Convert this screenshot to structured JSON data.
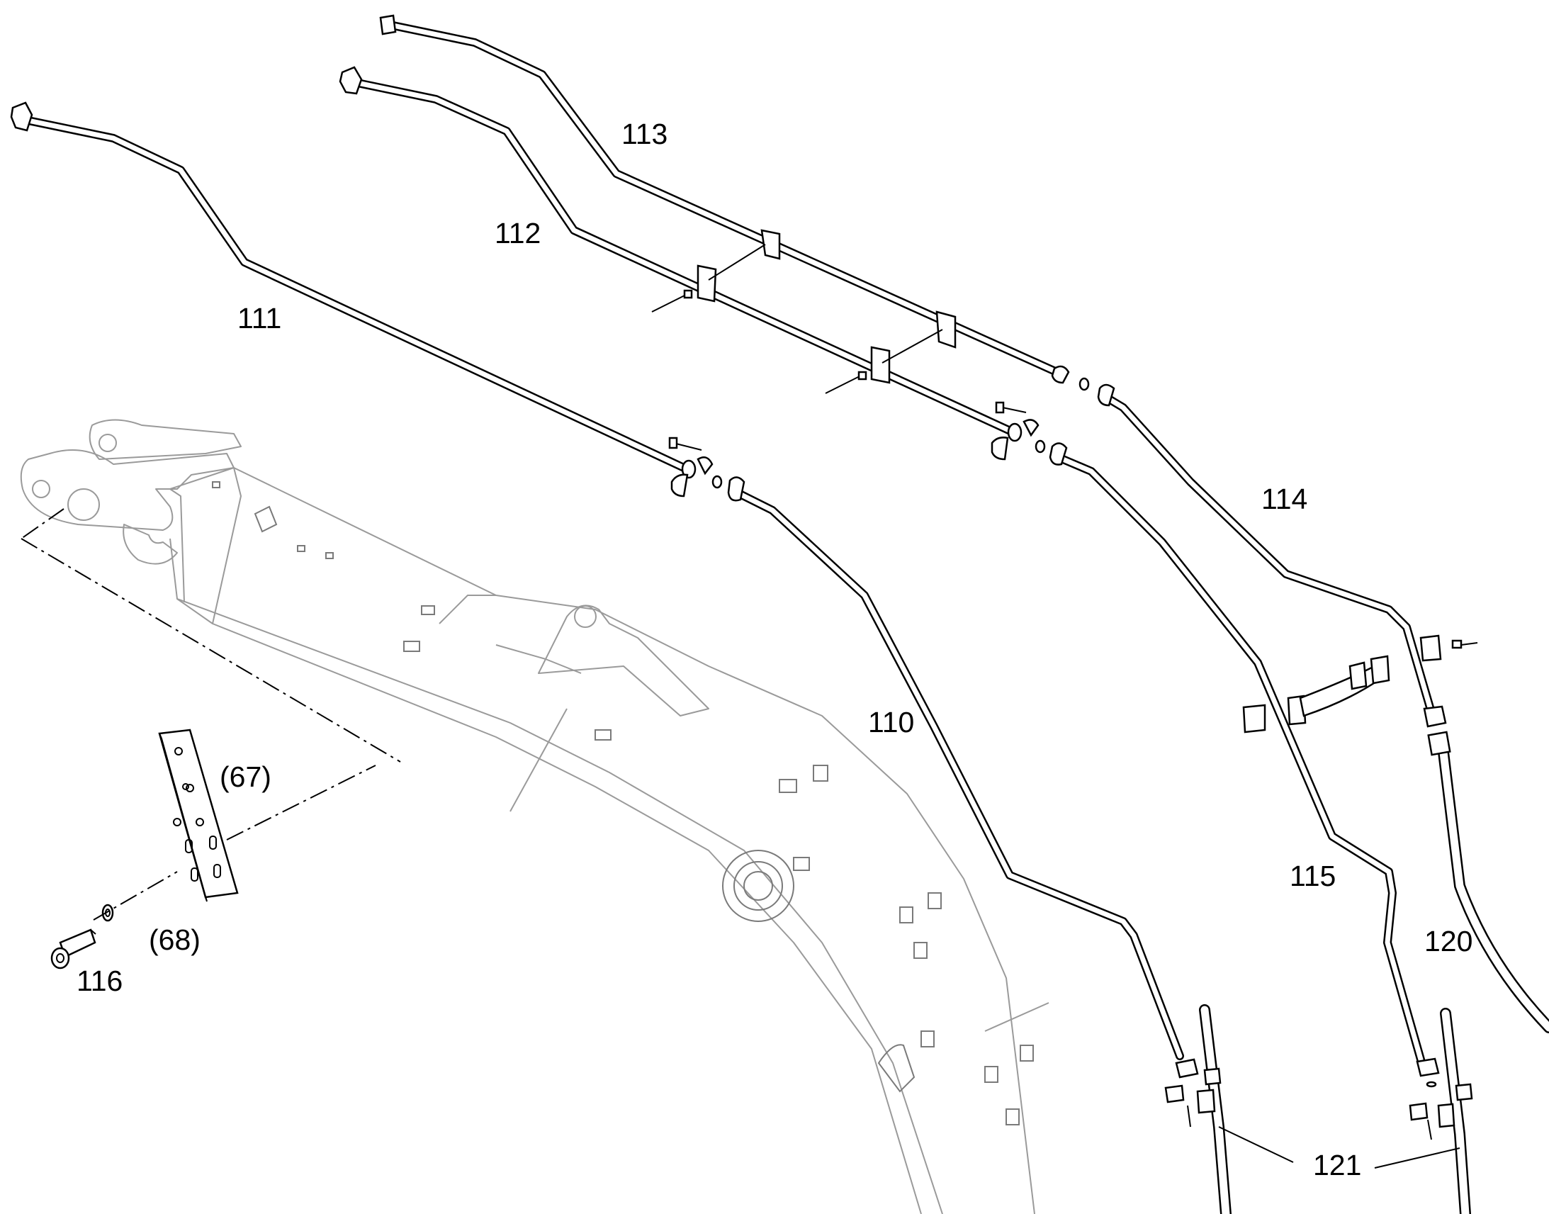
{
  "diagram": {
    "labels": {
      "l110": "110",
      "l111": "111",
      "l112": "112",
      "l113": "113",
      "l114": "114",
      "l115": "115",
      "l116": "116",
      "l120": "120",
      "l121": "121",
      "l67": "(67)",
      "l68": "(68)"
    }
  }
}
